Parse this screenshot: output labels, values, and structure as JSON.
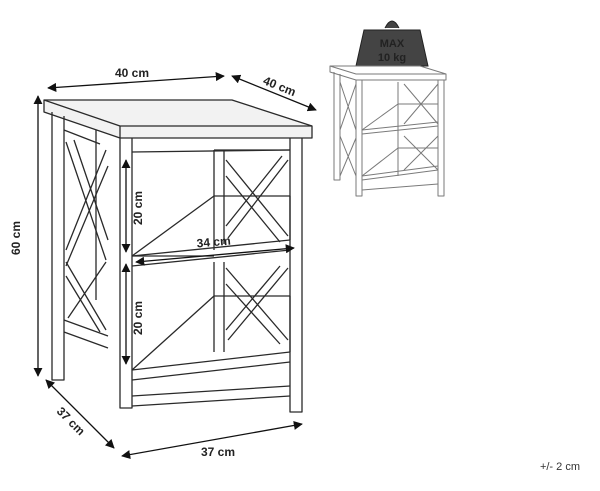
{
  "dimensions": {
    "top_width": "40 cm",
    "top_depth": "40 cm",
    "total_height": "60 cm",
    "upper_shelf_gap": "20 cm",
    "lower_shelf_gap": "20 cm",
    "shelf_width": "34 cm",
    "base_depth": "37 cm",
    "base_width": "37 cm"
  },
  "load": {
    "line1": "MAX",
    "line2": "10 kg"
  },
  "tolerance": "+/- 2 cm"
}
